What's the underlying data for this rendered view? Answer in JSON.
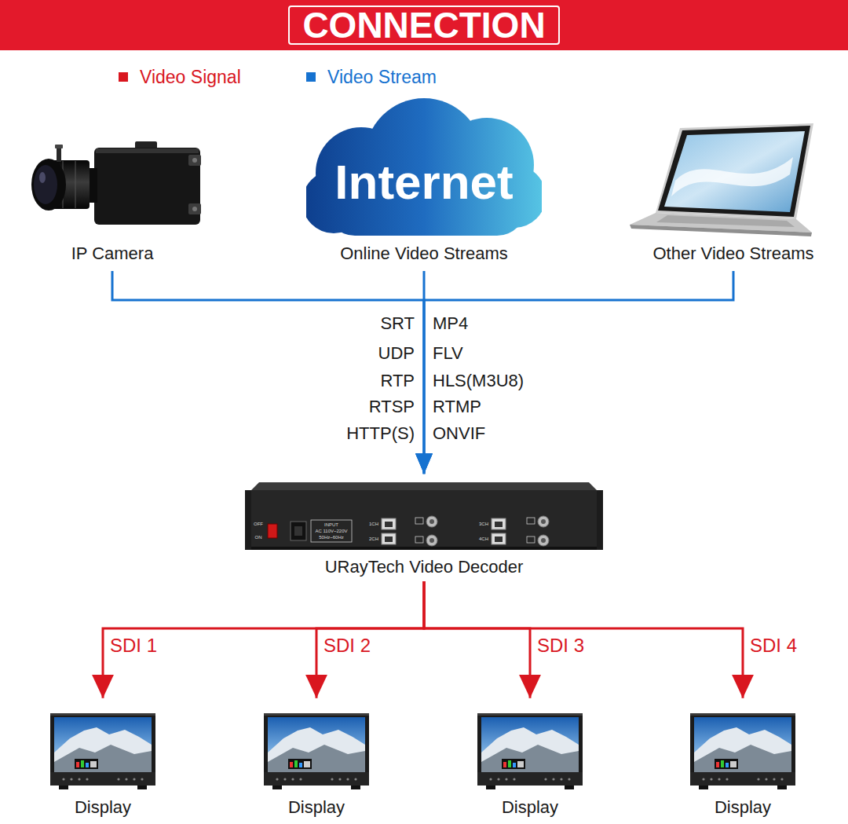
{
  "diagram": {
    "title": "CONNECTION",
    "nodes": [
      {
        "text": [
          "IP Camera"
        ]
      },
      {
        "text": [
          "Internet",
          "Online Video Streams"
        ]
      },
      {
        "text": [
          "Other Video Streams"
        ]
      },
      {
        "text": [
          "URayTech Video Decoder"
        ]
      },
      {
        "text": [
          "Display"
        ]
      },
      {
        "text": [
          "Display"
        ]
      },
      {
        "text": [
          "Display"
        ]
      },
      {
        "text": [
          "Display"
        ]
      }
    ],
    "edges": [
      {
        "from": 0,
        "to": 3,
        "arrow": "to"
      },
      {
        "from": 1,
        "to": 3,
        "arrow": "to"
      },
      {
        "from": 2,
        "to": 3,
        "arrow": "to"
      },
      {
        "from": 3,
        "to": 4,
        "label": "SDI 1",
        "arrow": "to"
      },
      {
        "from": 3,
        "to": 5,
        "label": "SDI 2",
        "arrow": "to"
      },
      {
        "from": 3,
        "to": 6,
        "label": "SDI 3",
        "arrow": "to"
      },
      {
        "from": 3,
        "to": 7,
        "label": "SDI 4",
        "arrow": "to"
      }
    ],
    "labels": [
      "SRT",
      "MP4",
      "UDP",
      "FLV",
      "RTP",
      "HLS(M3U8)",
      "RTSP",
      "RTMP",
      "HTTP(S)",
      "ONVIF",
      "OFF",
      "ON",
      "INPUT",
      "AC 110V~220V",
      "50Hz~60Hz",
      "1CH",
      "2CH",
      "3CH",
      "4CH"
    ],
    "legend": [
      {
        "text": "Video Signal",
        "color": "#d9161f"
      },
      {
        "text": "Video Stream",
        "color": "#1672d0"
      }
    ]
  }
}
